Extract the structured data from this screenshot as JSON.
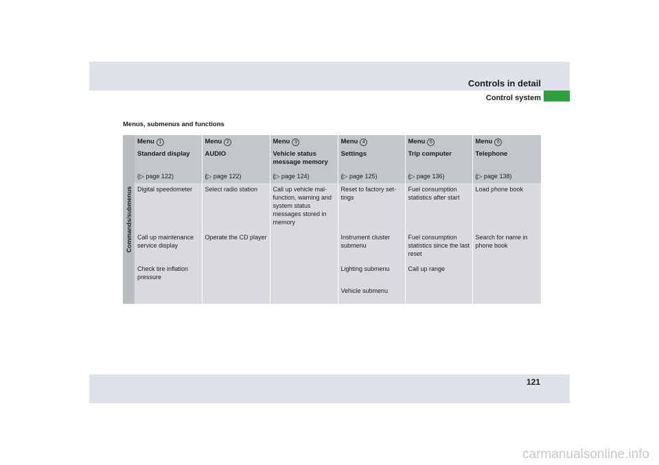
{
  "header": {
    "title": "Controls in detail",
    "subtitle": "Control system"
  },
  "section": {
    "title": "Menus, submenus and functions"
  },
  "table": {
    "row_label": "Commands/submenus",
    "menus": [
      {
        "menu": "Menu",
        "num": "1",
        "name": "Standard display",
        "ref": "(▷ page 122)"
      },
      {
        "menu": "Menu",
        "num": "2",
        "name": "AUDIO",
        "ref": "(▷ page 122)"
      },
      {
        "menu": "Menu",
        "num": "3",
        "name": "Vehicle status message memory",
        "ref": "(▷ page 124)"
      },
      {
        "menu": "Menu",
        "num": "4",
        "name": "Settings",
        "ref": "(▷ page 125)"
      },
      {
        "menu": "Menu",
        "num": "5",
        "name": "Trip computer",
        "ref": "(▷ page 136)"
      },
      {
        "menu": "Menu",
        "num": "6",
        "name": "Telephone",
        "ref": "(▷ page 138)"
      }
    ],
    "items": [
      [
        "Digital speedometer",
        "Call up maintenance service display",
        "Check tire inflation pressure"
      ],
      [
        "Select radio station",
        "Operate the CD player"
      ],
      [
        "Call up vehicle mal-function, warning and system status messages stored in memory"
      ],
      [
        "Reset to factory set-tings",
        "Instrument cluster submenu",
        "Lighting submenu",
        "Vehicle submenu"
      ],
      [
        "Fuel consumption statistics after start",
        "Fuel consumption statistics since the last reset",
        "Call up range"
      ],
      [
        "Load phone book",
        "Search for name in phone book"
      ]
    ]
  },
  "footer": {
    "page_number": "121"
  },
  "watermark": "carmanualsonline.info",
  "colors": {
    "band": "#dfe3e9",
    "accent_green": "#2e9e3e",
    "table_head": "#c3c6cb",
    "table_body": "#d8dadd"
  }
}
